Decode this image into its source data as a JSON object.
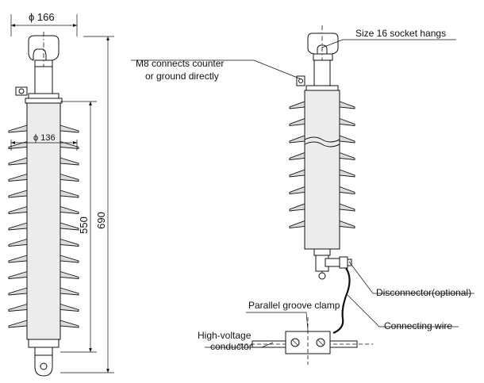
{
  "dimensions": {
    "top_width": "ϕ 166",
    "shed_diameter": "ϕ 136",
    "insulation_length": "550",
    "total_length": "690"
  },
  "callouts": {
    "socket": "Size 16 socket hangs",
    "m8_line1": "M8 connects counter",
    "m8_line2": "or ground directly",
    "disconnector": "Disconnector(optional)",
    "groove_clamp": "Parallel groove clamp",
    "connecting_wire": "Connecting wire",
    "hv_line1": "High-voltage",
    "hv_line2": "conductor"
  }
}
